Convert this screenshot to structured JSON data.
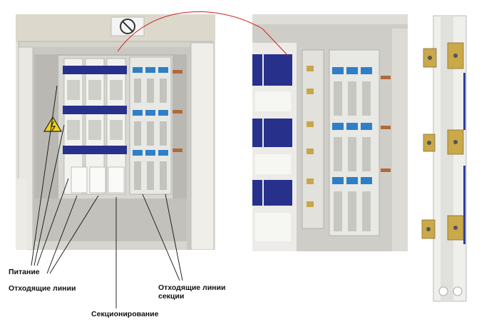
{
  "labels": {
    "power": "Питание",
    "outgoing_lines": "Отходящие линии",
    "section_outgoing_lines": "Отходящие линии\nсекции",
    "sectioning": "Секционирование"
  },
  "colors": {
    "callout_line": "#cc2222",
    "leader_lines": "#111111",
    "holder_blue": "#27318c",
    "fuse_blue": "#2f7fc8",
    "cabinet_gray": "#d9d8d2",
    "wall": "#e9e6dc"
  },
  "icons": {
    "no_smoking_sign": "no-smoking-sign-icon",
    "warning_sign": "high-voltage-warning-icon"
  }
}
